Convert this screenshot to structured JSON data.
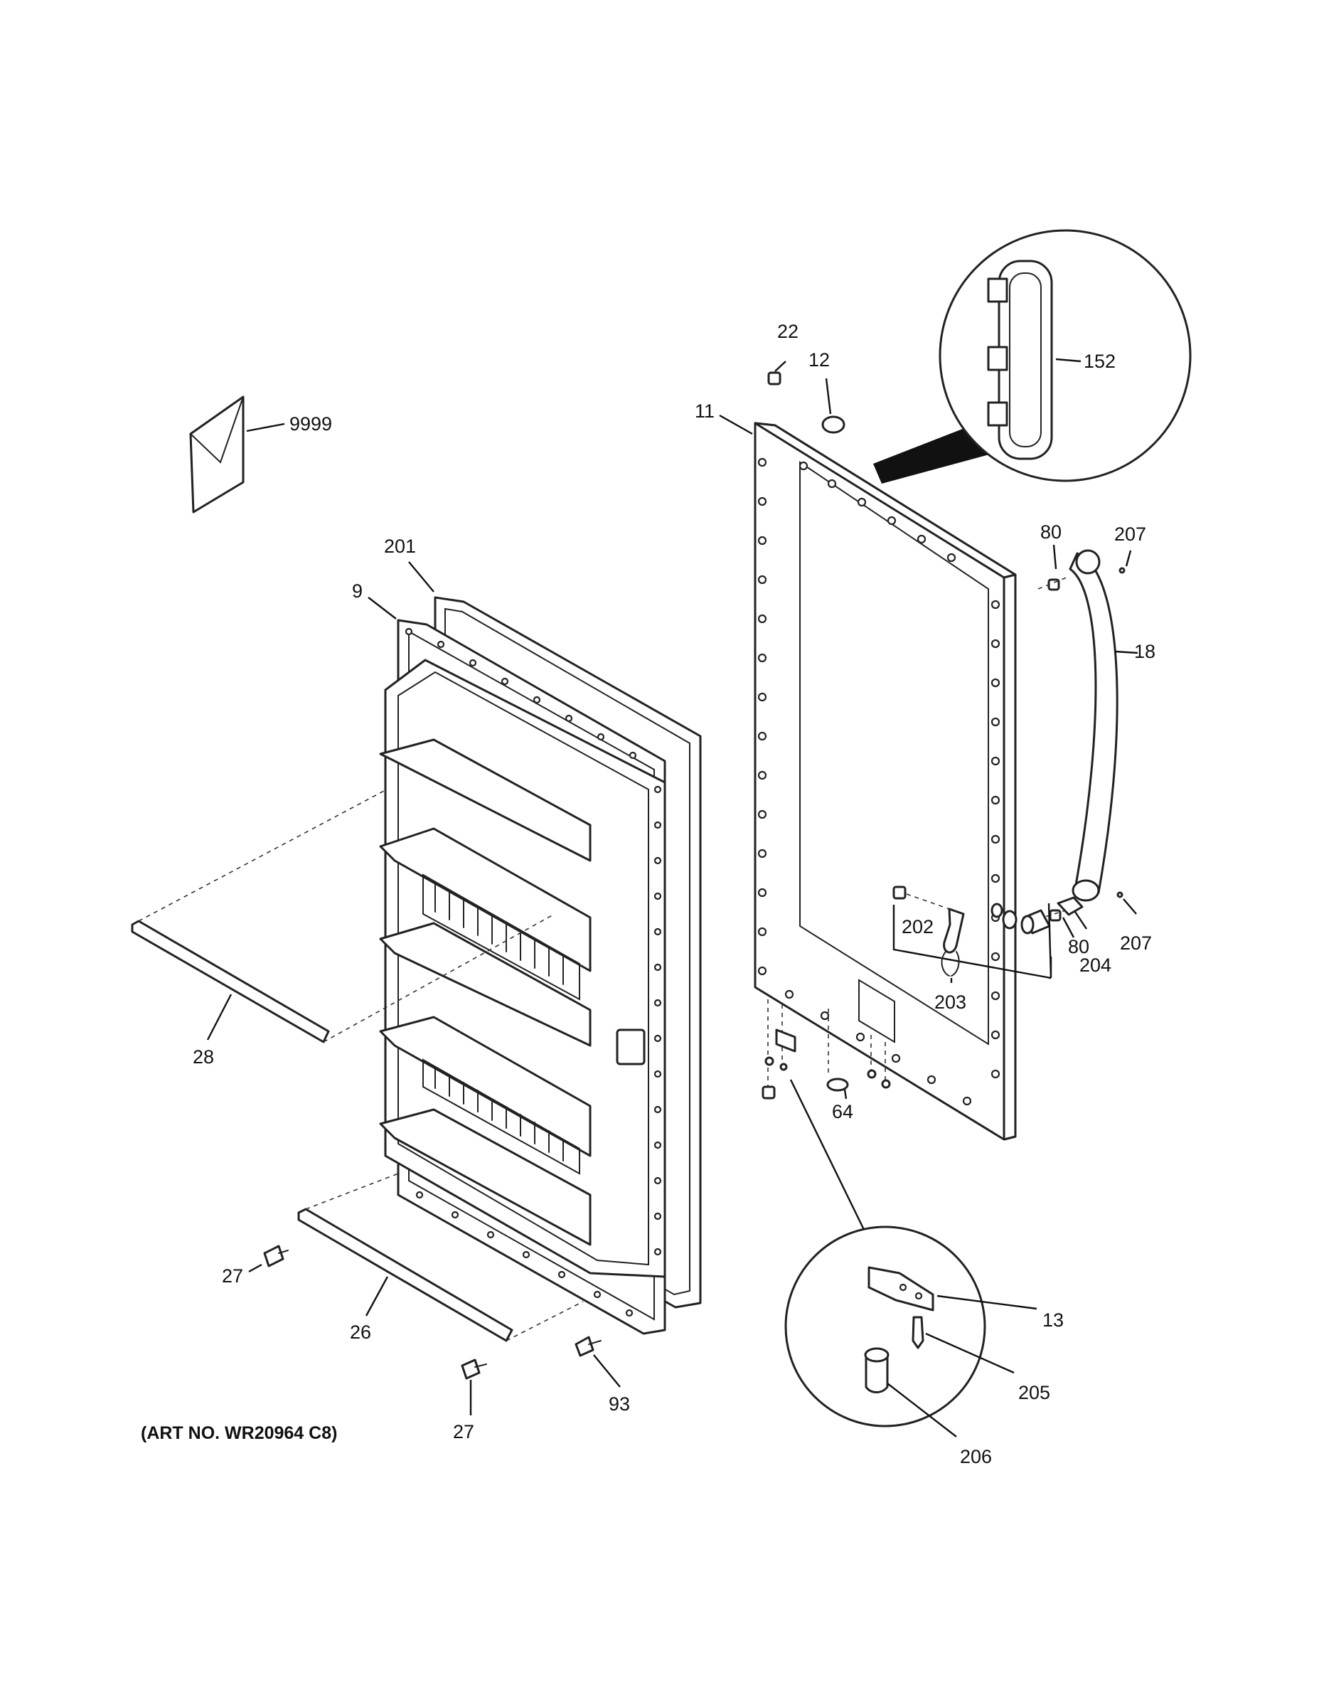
{
  "diagram": {
    "art_number": "(ART NO. WR20964 C8)",
    "callouts": [
      {
        "id": "c-9999",
        "label": "9999"
      },
      {
        "id": "c-22",
        "label": "22"
      },
      {
        "id": "c-12",
        "label": "12"
      },
      {
        "id": "c-11",
        "label": "11"
      },
      {
        "id": "c-152",
        "label": "152"
      },
      {
        "id": "c-201",
        "label": "201"
      },
      {
        "id": "c-9",
        "label": "9"
      },
      {
        "id": "c-80a",
        "label": "80"
      },
      {
        "id": "c-207a",
        "label": "207"
      },
      {
        "id": "c-18",
        "label": "18"
      },
      {
        "id": "c-80b",
        "label": "80"
      },
      {
        "id": "c-207b",
        "label": "207"
      },
      {
        "id": "c-202",
        "label": "202"
      },
      {
        "id": "c-204",
        "label": "204"
      },
      {
        "id": "c-203",
        "label": "203"
      },
      {
        "id": "c-28",
        "label": "28"
      },
      {
        "id": "c-64",
        "label": "64"
      },
      {
        "id": "c-27a",
        "label": "27"
      },
      {
        "id": "c-26",
        "label": "26"
      },
      {
        "id": "c-13",
        "label": "13"
      },
      {
        "id": "c-205",
        "label": "205"
      },
      {
        "id": "c-93",
        "label": "93"
      },
      {
        "id": "c-27b",
        "label": "27"
      },
      {
        "id": "c-206",
        "label": "206"
      }
    ]
  }
}
